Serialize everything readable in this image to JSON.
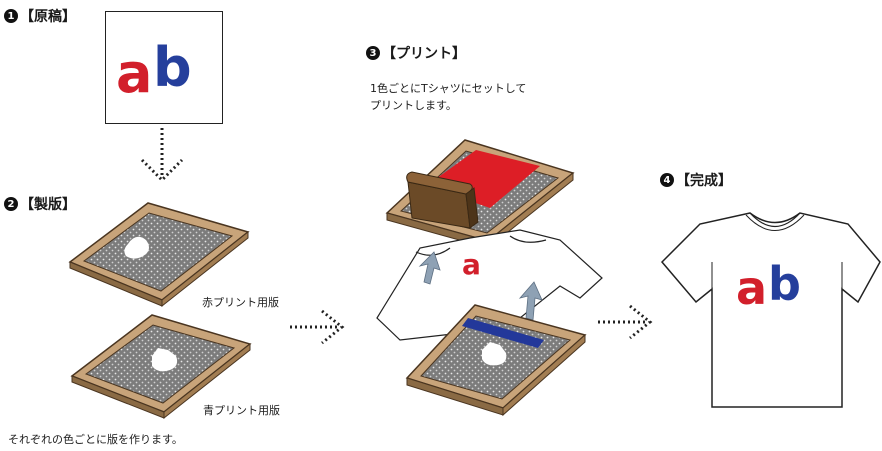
{
  "steps": [
    {
      "num": "1",
      "title": "【原稿】"
    },
    {
      "num": "2",
      "title": "【製版】"
    },
    {
      "num": "3",
      "title": "【プリント】"
    },
    {
      "num": "4",
      "title": "【完成】"
    }
  ],
  "original": {
    "logo_a": "a",
    "logo_b": "b",
    "color_red": "#d21f2b",
    "color_blue": "#253f9c"
  },
  "plates": {
    "red_label": "赤プリント用版",
    "blue_label": "青プリント用版"
  },
  "plate_caption": "それぞれの色ごとに版を作ります。",
  "print_desc_line1": "1色ごとにTシャツにセットして",
  "print_desc_line2": "プリントします。",
  "print_shirt_letter": "a",
  "final_shirt": {
    "letter_a": "a",
    "letter_b": "b"
  }
}
